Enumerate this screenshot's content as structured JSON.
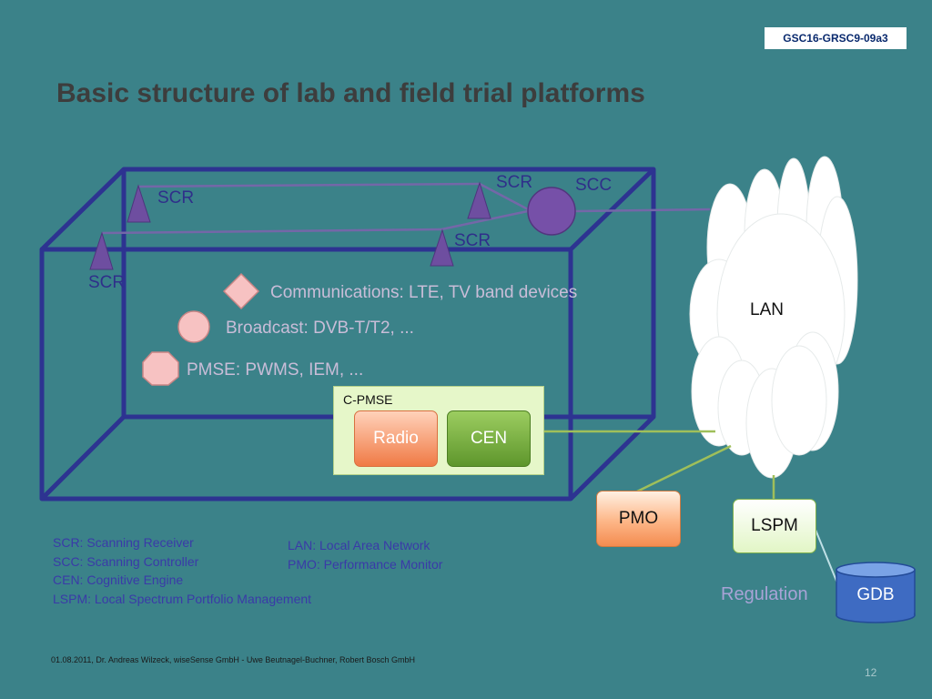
{
  "slide": {
    "doc_id": "GSC16-GRSC9-09a3",
    "title": "Basic structure of lab and field trial platforms",
    "footer": "01.08.2011, Dr. Andreas Wilzeck, wiseSense GmbH - Uwe Beutnagel-Buchner, Robert Bosch GmbH",
    "page_number": "12"
  },
  "diagram": {
    "scanners": [
      "SCR",
      "SCR",
      "SCR",
      "SCR"
    ],
    "controller": "SCC",
    "devices": [
      "Communications: LTE, TV band devices",
      "Broadcast: DVB-T/T2, ...",
      "PMSE: PWMS, IEM, ..."
    ],
    "cpmse": {
      "label": "C-PMSE",
      "radio": "Radio",
      "cen": "CEN"
    },
    "lan": "LAN",
    "pmo": "PMO",
    "lspm": "LSPM",
    "gdb": "GDB",
    "regulation": "Regulation"
  },
  "legend": {
    "left": [
      "SCR: Scanning Receiver",
      "SCC: Scanning Controller",
      "CEN: Cognitive Engine",
      "LSPM: Local Spectrum Portfolio Management"
    ],
    "right": [
      "LAN: Local Area Network",
      "PMO: Performance Monitor"
    ]
  },
  "colors": {
    "background": "#3b8289",
    "cube": "#2d3391",
    "scanner": "#6e4ea0",
    "connector": "#9fbf5a"
  }
}
